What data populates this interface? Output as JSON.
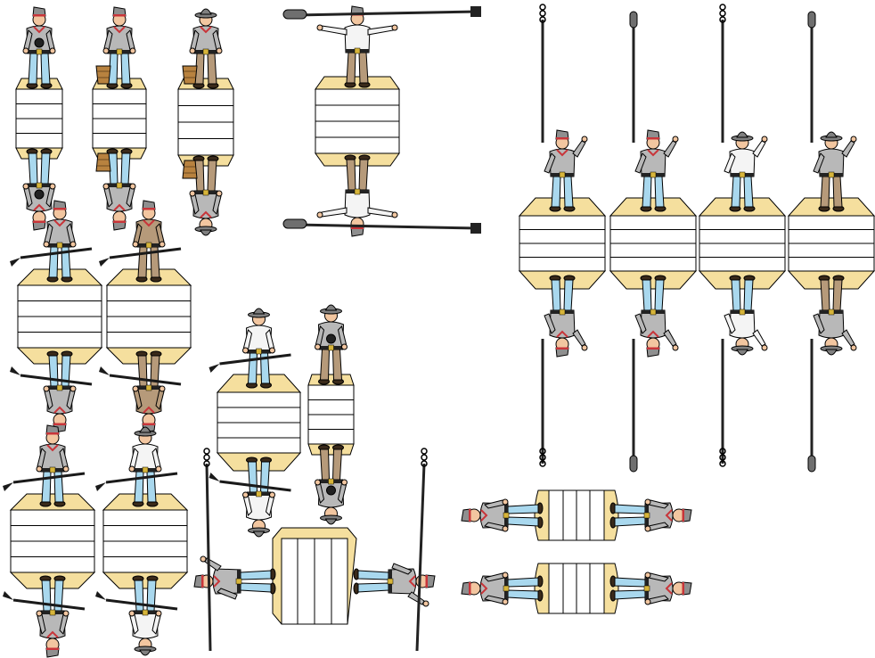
{
  "sheet": {
    "colors": {
      "background": "#ffffff",
      "base": "#f5df9e",
      "panel": "#ffffff",
      "outline": "#000000",
      "grey_uniform": "#b8b8b8",
      "grey_shadow": "#8f8f8f",
      "butternut": "#b69a7a",
      "white_shirt": "#f4f4f4",
      "trousers_blue": "#a9d8ee",
      "trousers_brown": "#b69a7a",
      "skin": "#f2c6a0",
      "kepi_red": "#c8353a",
      "hat_grey": "#808080",
      "belt": "#222222",
      "buckle": "#d7b53a",
      "bucket": "#b8823f",
      "rammer": "#222222",
      "sponge": "#6f6f6f"
    },
    "figure_kinds": [
      "kepi-gunner-grey",
      "bucket-gunner-grey",
      "bucket-gunner-hat",
      "rammer-gunner-shirt",
      "rammer-stand-kepi-grey",
      "rammer-stand-hat-shirt",
      "rammer-stand-hat-grey",
      "musket-kneeler-grey",
      "musket-kneeler-butternut",
      "musket-kneeler-shirt",
      "hat-gunner-grey",
      "recumbent-gunner"
    ]
  }
}
